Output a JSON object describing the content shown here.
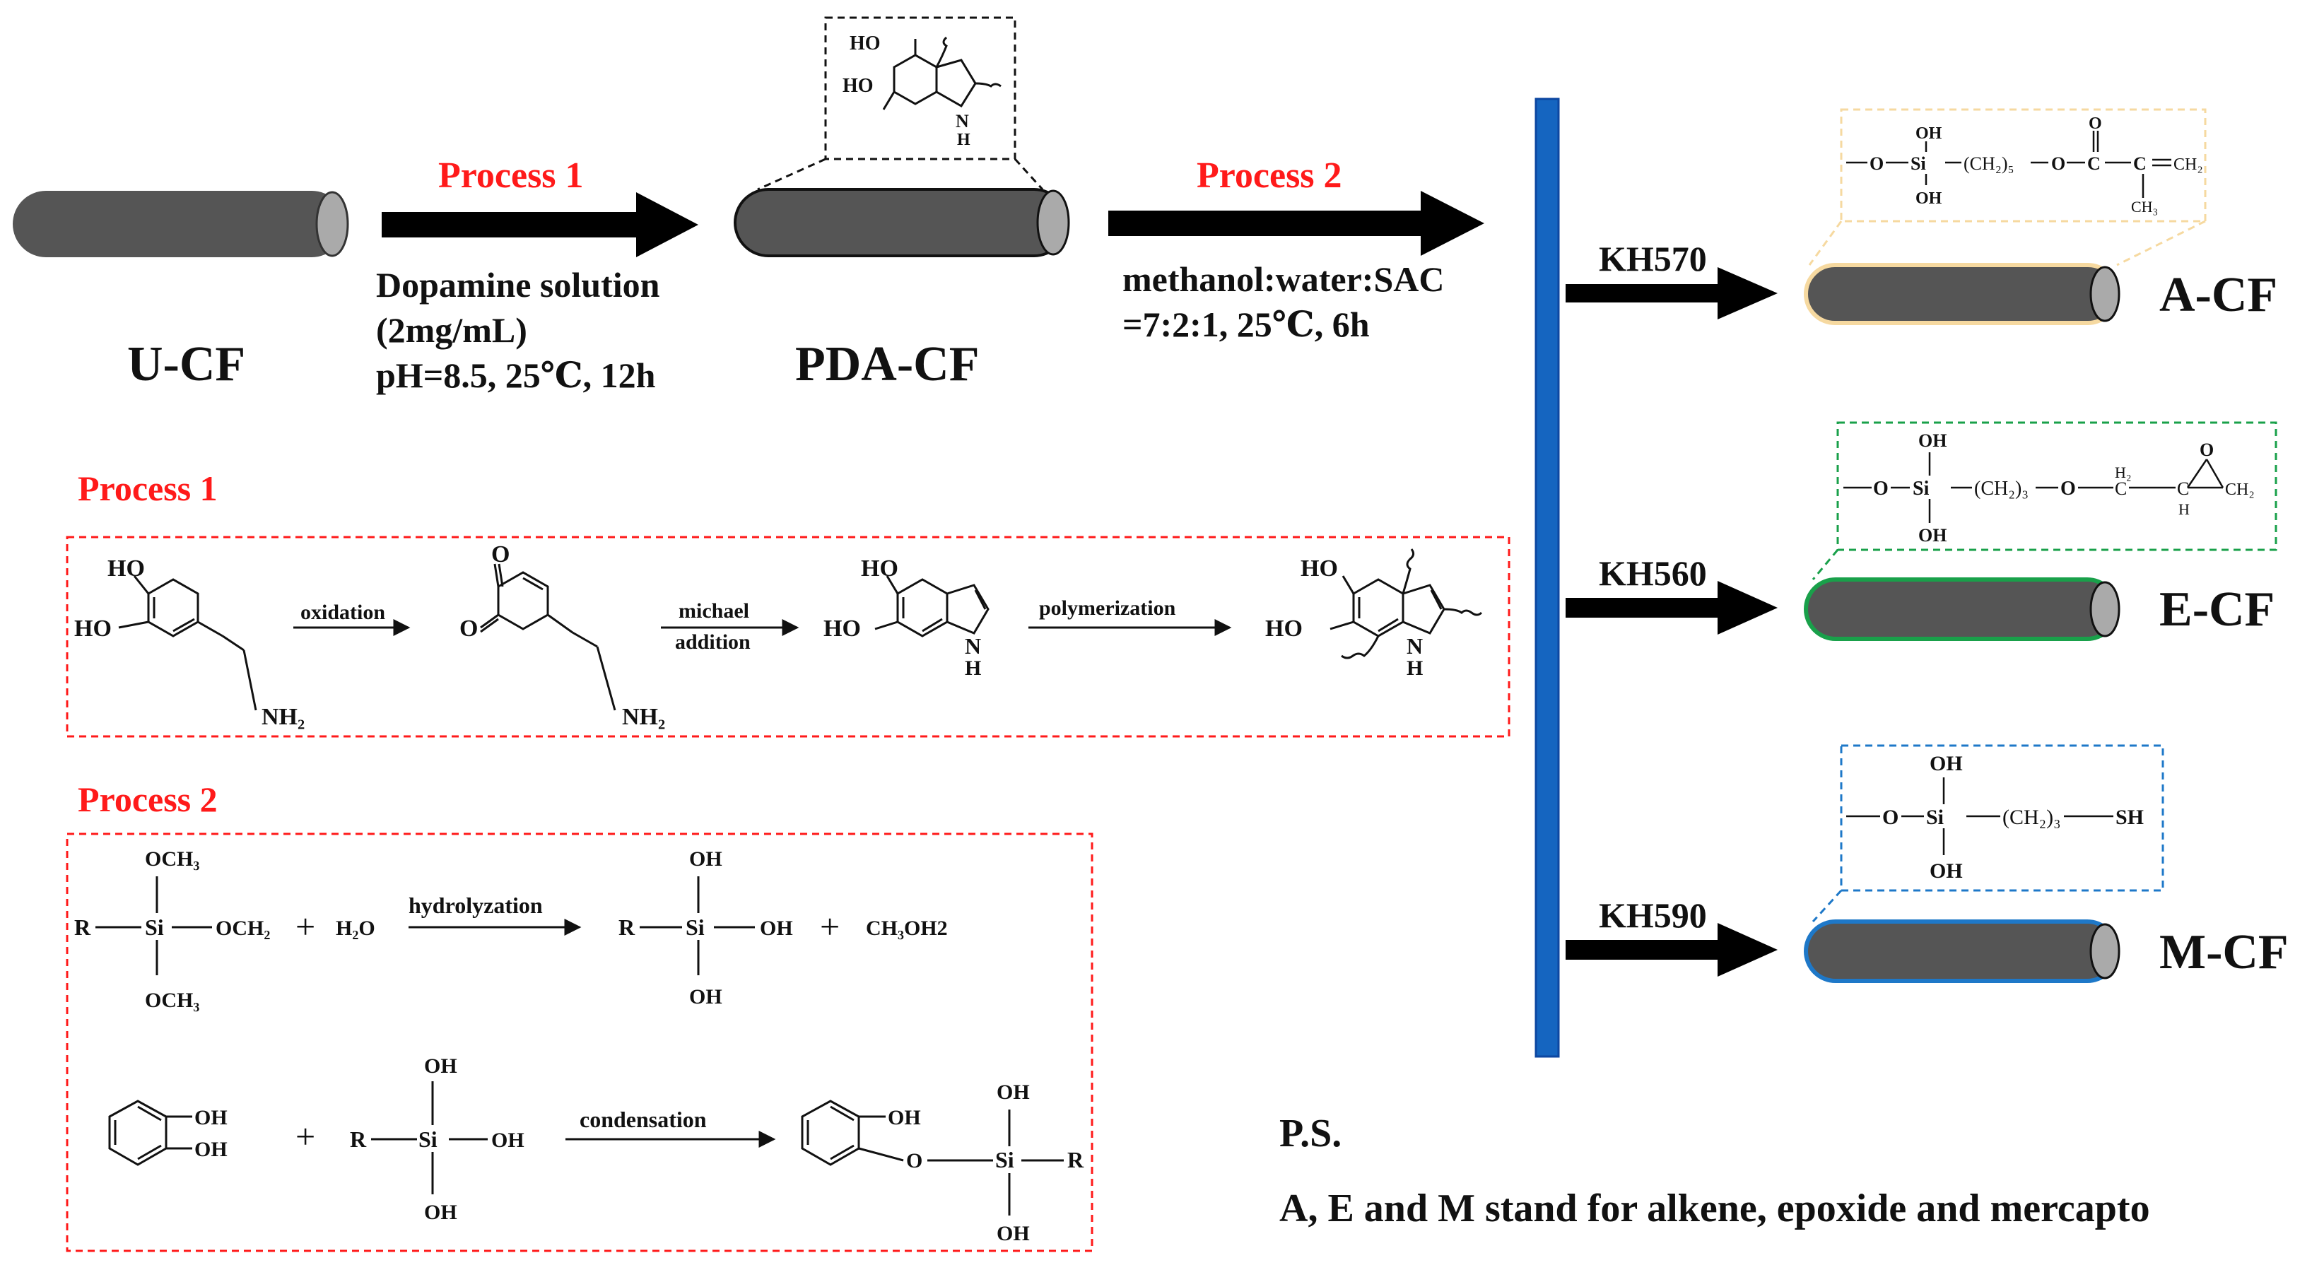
{
  "top_flow": {
    "u_cf_label": "U-CF",
    "pda_cf_label": "PDA-CF",
    "process1_label": "Process 1",
    "process2_label": "Process 2",
    "process1_conditions": [
      "Dopamine solution",
      "(2mg/mL)",
      "pH=8.5, 25℃, 12h"
    ],
    "process2_conditions": [
      "methanol:water:SAC",
      "=7:2:1, 25℃, 6h"
    ]
  },
  "pda_structure": {
    "oh_top": "HO",
    "oh_left": "HO",
    "nh": "N",
    "h": "H"
  },
  "branches": [
    {
      "agent": "KH570",
      "product": "A-CF",
      "color": "#f6d9a0",
      "formula": {
        "oh_top": "OH",
        "oh_bottom": "OH",
        "si": "Si",
        "chain": "(CH₂)₅",
        "o": "O",
        "c": "C",
        "o_carbonyl": "O",
        "ch2": "CH₂",
        "ch3": "CH₃"
      }
    },
    {
      "agent": "KH560",
      "product": "E-CF",
      "color": "#19a04a",
      "formula": {
        "oh_top": "OH",
        "oh_bottom": "OH",
        "si": "Si",
        "chain": "(CH₂)₃",
        "o": "O",
        "h2": "H₂",
        "c": "C",
        "h": "H",
        "o_ring": "O",
        "ch2": "CH₂"
      }
    },
    {
      "agent": "KH590",
      "product": "M-CF",
      "color": "#1e78c8",
      "formula": {
        "oh_top": "OH",
        "oh_bottom": "OH",
        "si": "Si",
        "chain": "(CH₂)₃",
        "o": "O",
        "sh": "SH"
      }
    }
  ],
  "process1_box": {
    "title": "Process 1",
    "arrows": [
      "oxidation",
      "michael",
      "addition",
      "polymerization"
    ],
    "labels": {
      "ho": "HO",
      "o": "O",
      "nh2": "NH₂",
      "n": "N",
      "h": "H"
    }
  },
  "process2_box": {
    "title": "Process 2",
    "hydrolysis": {
      "och3": "OCH₃",
      "r": "R",
      "si": "Si",
      "och2": "OCH₂",
      "plus": "+",
      "h2o": "H₂O",
      "arrow": "hydrolyzation",
      "oh": "OH",
      "byproduct": "CH₃OH2"
    },
    "condensation": {
      "oh": "OH",
      "plus": "+",
      "r": "R",
      "si": "Si",
      "o": "O",
      "arrow": "condensation"
    }
  },
  "note": {
    "heading": "P.S.",
    "text": "A, E and M stand for alkene, epoxide and mercapto"
  },
  "colors": {
    "arrow": "#000000",
    "process_label": "#ff1a1a",
    "divider_bar": "#1565c0",
    "fiber_body": "#4d4d4d",
    "fiber_end": "#a8a8a8"
  }
}
